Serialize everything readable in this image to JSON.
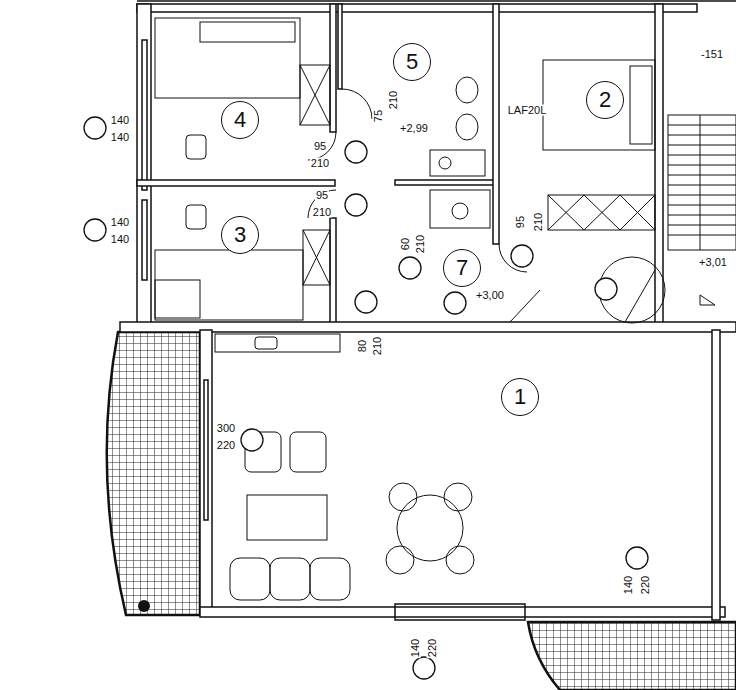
{
  "diagram": {
    "nodes": [
      {
        "text": [
          "5"
        ]
      },
      {
        "text": [
          "2"
        ]
      },
      {
        "text": [
          "4"
        ]
      },
      {
        "text": [
          "3"
        ]
      },
      {
        "text": [
          "7"
        ]
      },
      {
        "text": [
          "1"
        ]
      }
    ],
    "labels": [
      "140",
      "140",
      "140",
      "140",
      "75",
      "210",
      "+2,99",
      "95",
      "210",
      "95",
      "210",
      "LAF20L",
      "-151",
      "+3,01",
      "+3,00",
      "95",
      "210",
      "60",
      "210",
      "80",
      "210",
      "300",
      "220",
      "140",
      "220",
      "140",
      "220"
    ]
  }
}
